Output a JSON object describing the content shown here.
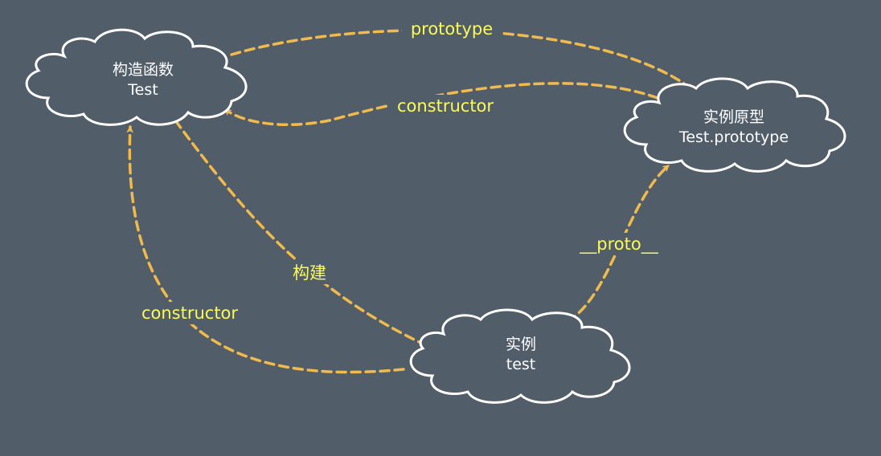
{
  "nodes": {
    "constructor_fn": {
      "line1": "构造函数",
      "line2": "Test"
    },
    "prototype_obj": {
      "line1": "实例原型",
      "line2": "Test.prototype"
    },
    "instance": {
      "line1": "实例",
      "line2": "test"
    }
  },
  "edges": {
    "prototype": "prototype",
    "constructor_top": "constructor",
    "build": "构建",
    "proto": "__proto__",
    "constructor_left": "constructor"
  },
  "colors": {
    "background": "#525d6a",
    "edge": "#f0ba4c",
    "edge_label": "#fafa5a",
    "node_stroke": "#ffffff",
    "node_text": "#ffffff"
  }
}
